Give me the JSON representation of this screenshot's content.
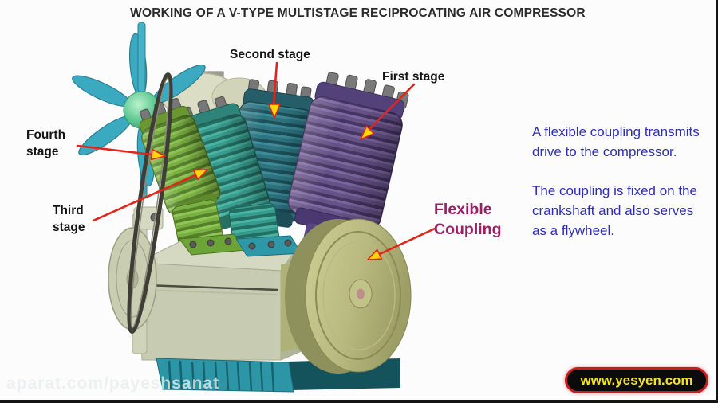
{
  "title": "WORKING OF A V-TYPE MULTISTAGE RECIPROCATING AIR COMPRESSOR",
  "labels": {
    "second_stage": "Second stage",
    "first_stage": "First stage",
    "fourth_stage": "Fourth\nstage",
    "third_stage": "Third\nstage",
    "flexible_coupling": "Flexible\nCoupling"
  },
  "description": {
    "para1": "A flexible coupling transmits drive to the compressor.",
    "para2": "The coupling is fixed on the crankshaft and also serves as a flywheel."
  },
  "watermarks": {
    "site_badge": "www.yesyen.com",
    "faint_watermark": "aparat.com/payeshsanat"
  },
  "colors": {
    "title_color": "#2b2b2b",
    "label_black": "#141414",
    "info_blue": "#2E2EB5",
    "coupling_magenta": "#9A2066",
    "arrow_red": "#E2251B",
    "arrow_yellow": "#FFD60A",
    "badge_bg": "#0b0b0b",
    "badge_border": "#C41E1E",
    "badge_text": "#F2E32A"
  }
}
